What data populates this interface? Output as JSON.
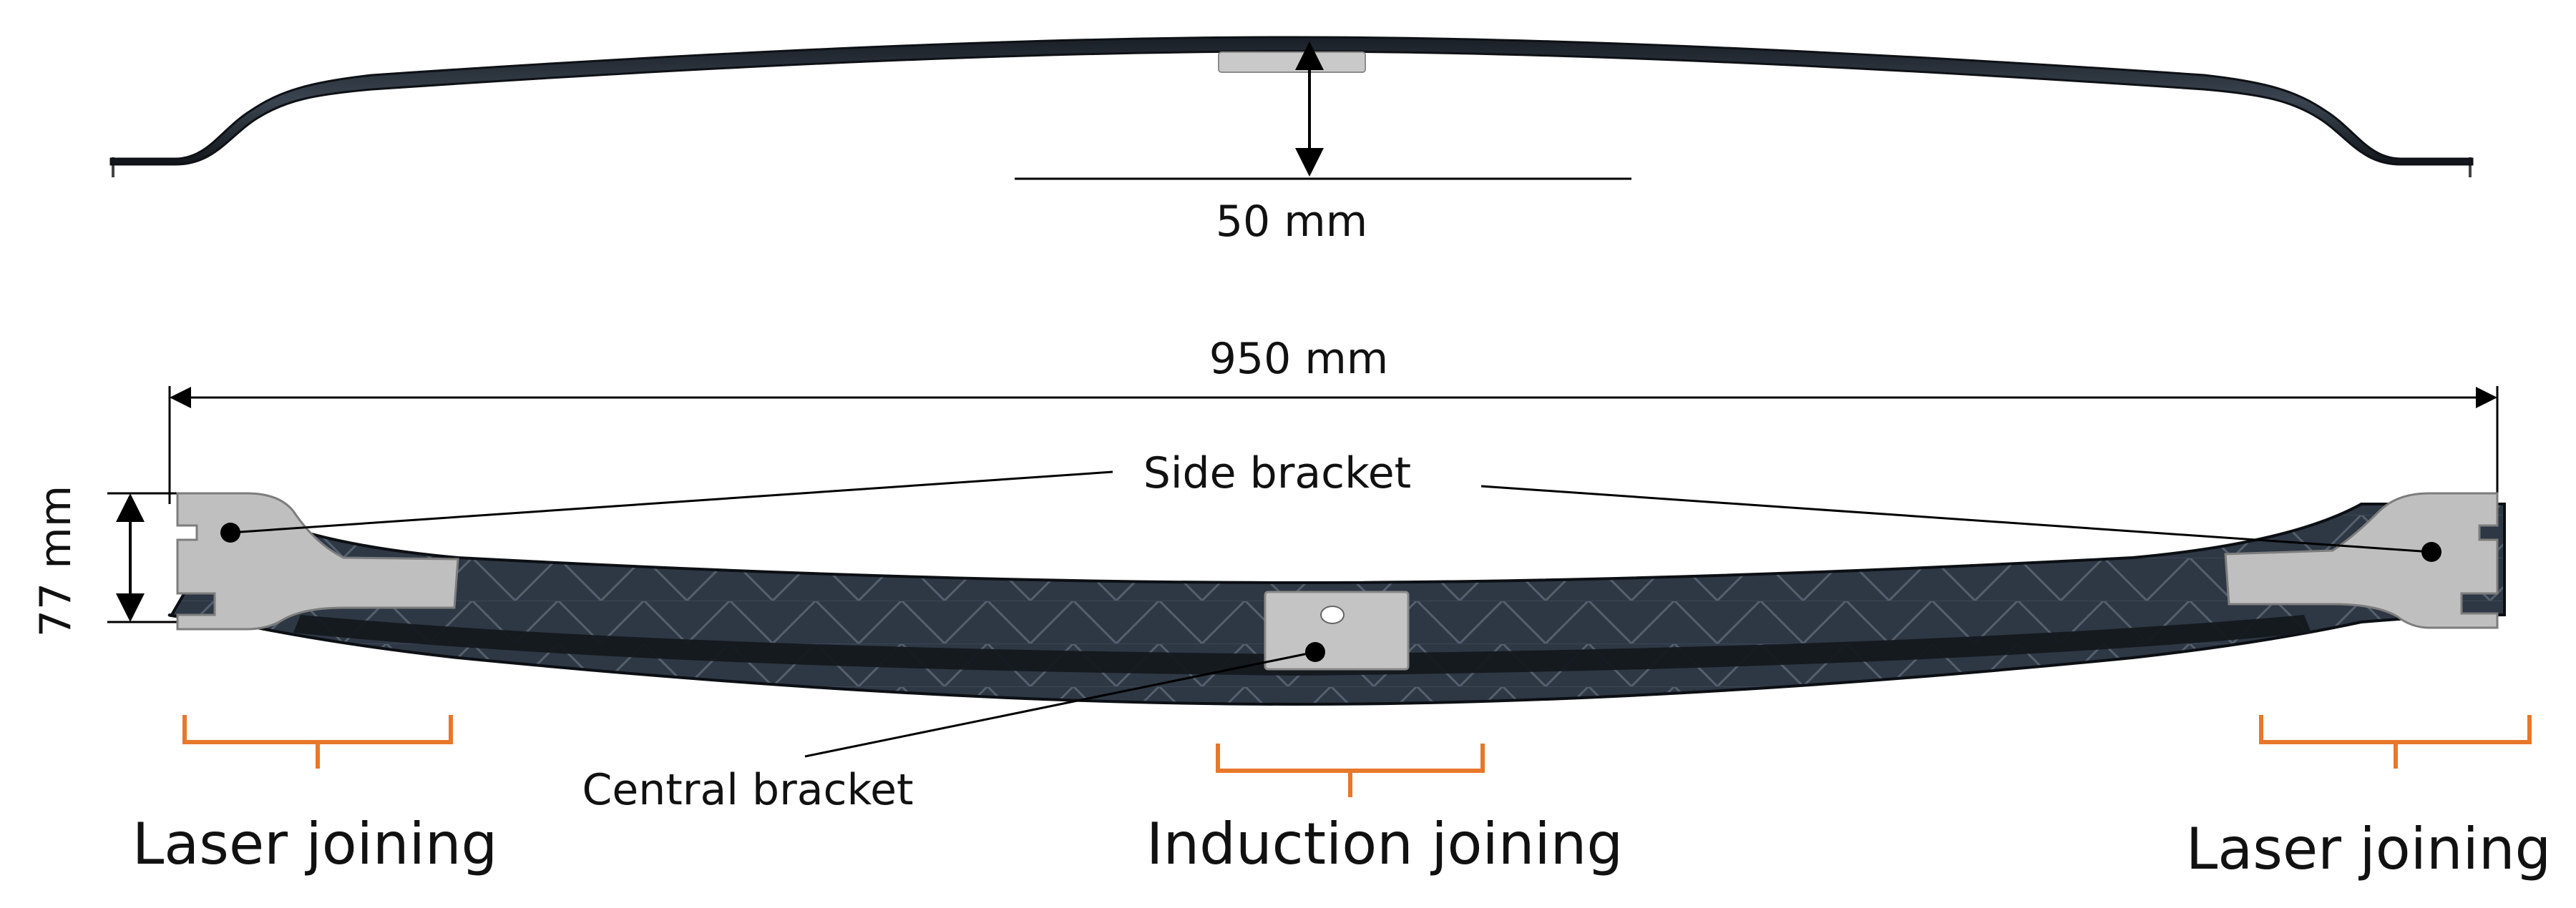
{
  "dimensions": {
    "height_offset": "50 mm",
    "length": "950 mm",
    "width": "77 mm"
  },
  "callouts": {
    "side_bracket": "Side bracket",
    "central_bracket": "Central bracket"
  },
  "joining": {
    "left": "Laser joining",
    "center": "Induction joining",
    "right": "Laser joining"
  },
  "colors": {
    "beam_body": "#2c3440",
    "beam_dark": "#15191f",
    "bracket_metal": "#c8c8c8",
    "brace_orange": "#e8772a",
    "dimension_line": "#000000"
  }
}
